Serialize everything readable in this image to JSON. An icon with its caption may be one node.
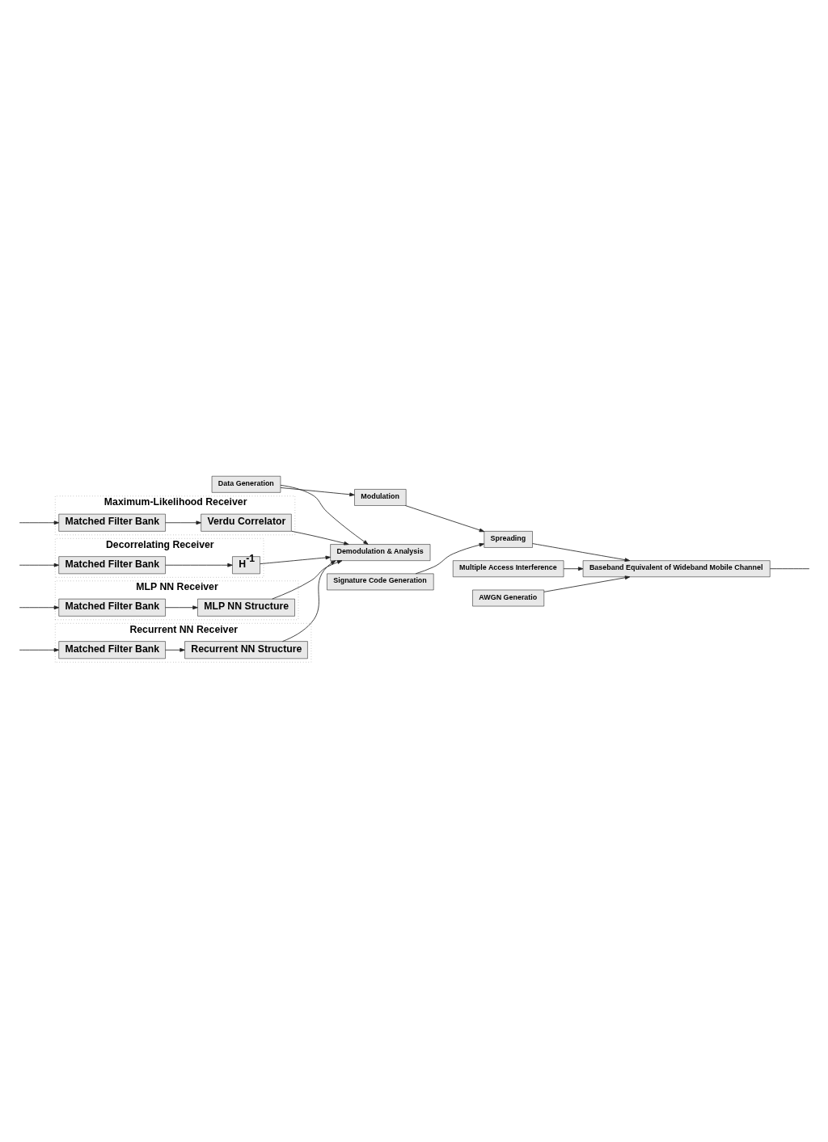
{
  "diagram": {
    "nodes": [
      {
        "text": [
          "Data Generation"
        ]
      },
      {
        "text": [
          "Modulation"
        ]
      },
      {
        "text": [
          "Spreading"
        ]
      },
      {
        "text": [
          "Multiple Access Interference"
        ]
      },
      {
        "text": [
          "AWGN Generatio"
        ]
      },
      {
        "text": [
          "Baseband Equivalent of Wideband Mobile Channel"
        ]
      },
      {
        "text": [
          "Signature Code Generation"
        ]
      },
      {
        "text": [
          "Demodulation & Analysis"
        ]
      },
      {
        "text": [
          "Maximum-Likelihood Receiver"
        ]
      },
      {
        "text": [
          "Verdu Correlator"
        ],
        "in": 8
      },
      {
        "text": [
          "Matched Filter Bank"
        ],
        "in": 8
      },
      {
        "text": [
          "Decorrelating Receiver"
        ]
      },
      {
        "text": [
          "H$^{-1}$"
        ],
        "in": 11
      },
      {
        "text": [
          "Matched Filter Bank"
        ],
        "in": 11
      },
      {
        "text": [
          "MLP NN Receiver"
        ]
      },
      {
        "text": [
          "MLP NN Structure"
        ],
        "in": 14
      },
      {
        "text": [
          "Matched Filter Bank"
        ],
        "in": 14
      },
      {
        "text": [
          "Recurrent NN Receiver"
        ]
      },
      {
        "text": [
          "Recurrent NN Structure"
        ],
        "in": 17
      },
      {
        "text": [
          "Matched Filter Bank"
        ],
        "in": 17
      }
    ],
    "edges": [
      {
        "from": 0,
        "to": 1,
        "arrow": "to"
      },
      {
        "from": 1,
        "to": 2,
        "arrow": "to"
      },
      {
        "from": 2,
        "to": 5,
        "arrow": "to"
      },
      {
        "from": 6,
        "to": 2,
        "arrow": "to"
      },
      {
        "from": 3,
        "to": 5,
        "arrow": "to"
      },
      {
        "from": 4,
        "to": 5,
        "arrow": "to"
      },
      {
        "from": 0,
        "to": 7,
        "arrow": "to"
      },
      {
        "from": 5,
        "to": null,
        "arrow": "none"
      },
      {
        "from": null,
        "to": 10,
        "arrow": "to"
      },
      {
        "from": 10,
        "to": 9,
        "arrow": "to"
      },
      {
        "from": 9,
        "to": 7,
        "arrow": "to"
      },
      {
        "from": null,
        "to": 13,
        "arrow": "to"
      },
      {
        "from": 13,
        "to": 12,
        "arrow": "to"
      },
      {
        "from": 12,
        "to": 7,
        "arrow": "to"
      },
      {
        "from": null,
        "to": 16,
        "arrow": "to"
      },
      {
        "from": 16,
        "to": 15,
        "arrow": "to"
      },
      {
        "from": 15,
        "to": 7,
        "arrow": "to"
      },
      {
        "from": null,
        "to": 19,
        "arrow": "to"
      },
      {
        "from": 19,
        "to": 18,
        "arrow": "to"
      },
      {
        "from": 18,
        "to": 7,
        "arrow": "to"
      }
    ]
  }
}
